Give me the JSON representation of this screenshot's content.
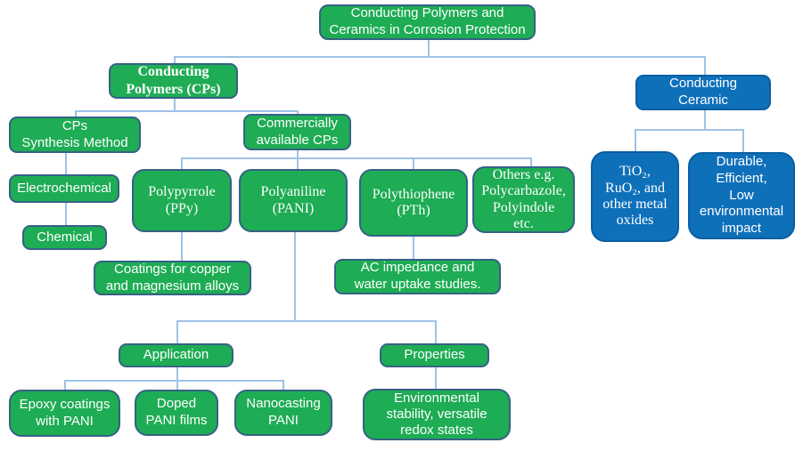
{
  "diagram_title": "Conducting Polymers and Ceramics in Corrosion Protection",
  "colors": {
    "green_fill": "#1EAC54",
    "green_border": "#356285",
    "blue_fill": "#0F70BA",
    "blue_border": "#0A5EA0",
    "connector": "#9DC3E6",
    "text": "#FFFFFF"
  },
  "nodes": {
    "root": {
      "label": "Conducting Polymers and\nCeramics in Corrosion Protection"
    },
    "cps": {
      "label": "Conducting\nPolymers (CPs)"
    },
    "ceramic": {
      "label": "Conducting\nCeramic"
    },
    "synthesis": {
      "label": "CPs\nSynthesis Method"
    },
    "commercial": {
      "label": "Commercially\navailable CPs"
    },
    "electrochemical": {
      "label": "Electrochemical"
    },
    "chemical": {
      "label": "Chemical"
    },
    "polypyrrole": {
      "label": "Polypyrrole\n(PPy)"
    },
    "polyaniline": {
      "label": "Polyaniline\n(PANI)"
    },
    "polythiophene": {
      "label": "Polythiophene\n(PTh)"
    },
    "others": {
      "label": "Others e.g.\nPolycarbazole,\nPolyindole\netc."
    },
    "metal_oxides": {
      "label": "TiO₂,\nRuO₂, and\nother metal\noxides"
    },
    "durable": {
      "label": "Durable,\nEfficient,\nLow\nenvironmental\nimpact"
    },
    "coatings": {
      "label": "Coatings for copper\nand magnesium alloys"
    },
    "impedance": {
      "label": "AC impedance and\nwater uptake studies."
    },
    "application": {
      "label": "Application"
    },
    "properties": {
      "label": "Properties"
    },
    "epoxy": {
      "label": "Epoxy coatings\nwith PANI"
    },
    "doped": {
      "label": "Doped\nPANI films"
    },
    "nanocasting": {
      "label": "Nanocasting\nPANI"
    },
    "environmental": {
      "label": "Environmental\nstability, versatile\nredox states"
    }
  }
}
